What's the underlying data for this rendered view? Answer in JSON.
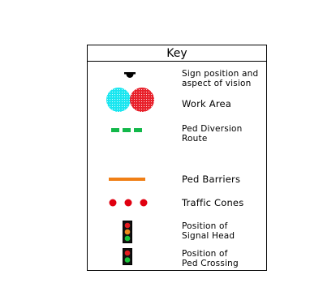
{
  "key": {
    "title": "Key",
    "items": [
      {
        "id": "sign",
        "lines": [
          "Sign position and",
          "aspect of vision"
        ]
      },
      {
        "id": "work",
        "lines": [
          "Work Area"
        ]
      },
      {
        "id": "ped-diversion",
        "lines": [
          "Ped Diversion",
          "Route"
        ]
      },
      {
        "id": "ped-barriers",
        "lines": [
          "Ped Barriers"
        ]
      },
      {
        "id": "traffic-cones",
        "lines": [
          "Traffic Cones"
        ]
      },
      {
        "id": "signal-head",
        "lines": [
          "Position of",
          "Signal Head"
        ]
      },
      {
        "id": "ped-crossing",
        "lines": [
          "Position of",
          "Ped Crossing"
        ]
      }
    ]
  },
  "colors": {
    "work_area_cyan": "#19e6f0",
    "work_area_red": "#e8202a",
    "diversion_green": "#12b84a",
    "barrier_orange": "#f07f16",
    "cone_red": "#e00010",
    "signal_red": "#e51b20",
    "signal_amber": "#f08a1a",
    "signal_green": "#1bc43b"
  }
}
